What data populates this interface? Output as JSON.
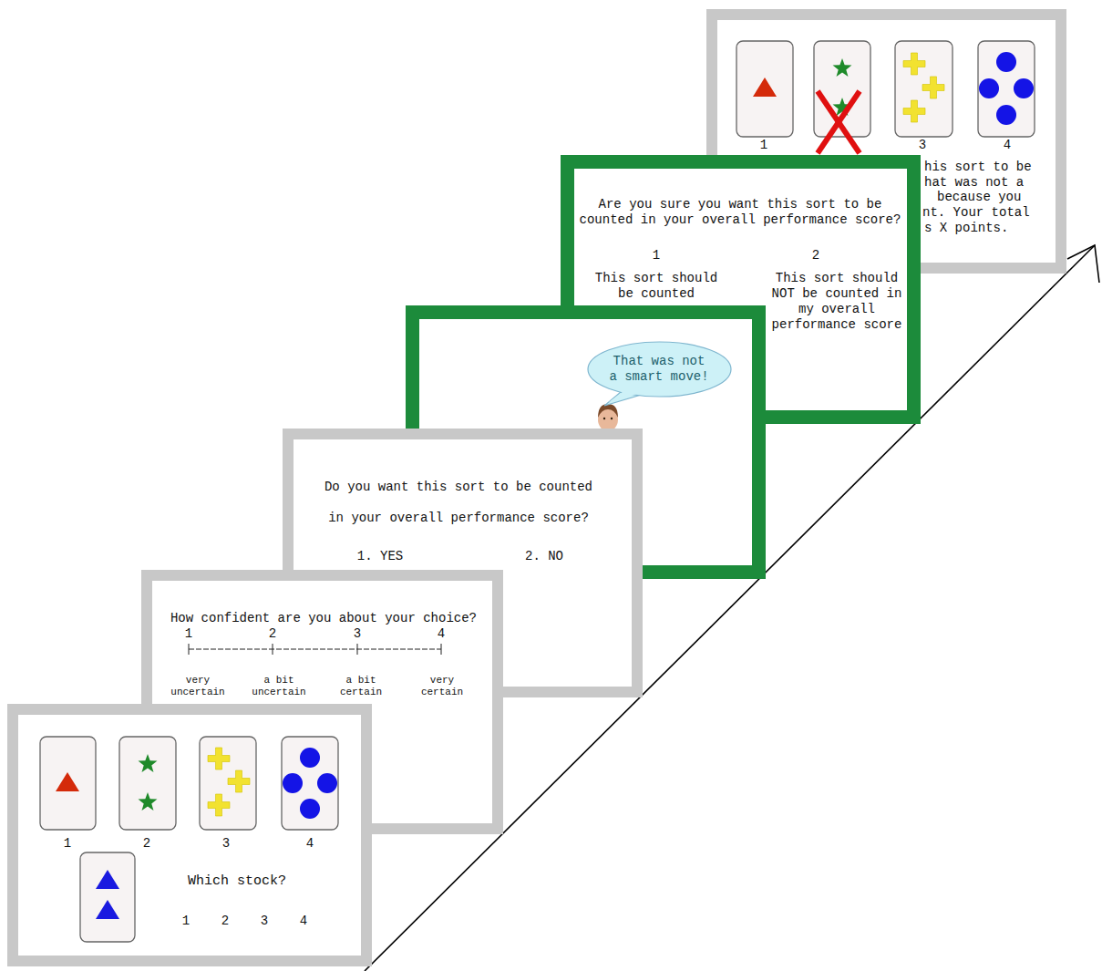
{
  "diagram": {
    "nodes": [
      {
        "text": [
          "1",
          "2",
          "3",
          "4",
          "Which stock?",
          "1",
          "2",
          "3",
          "4"
        ]
      },
      {
        "text": [
          "How confident are you about your choice?",
          "1",
          "2",
          "3",
          "4",
          "very uncertain",
          "a bit uncertain",
          "a bit certain",
          "very certain"
        ]
      },
      {
        "text": [
          "Do you want this sort to be counted in your overall performance score?",
          "1. YES",
          "2. NO"
        ]
      },
      {
        "text": []
      },
      {
        "text": [
          "That was not a smart move!"
        ],
        "in": 3
      },
      {
        "text": [
          "Are you sure you want this sort to be counted in your overall performance score?",
          "1",
          "2",
          "This sort should be counted",
          "This sort should NOT be counted in my overall performance score"
        ]
      },
      {
        "text": [
          "1",
          "3",
          "4",
          "his sort to be",
          "hat was not a",
          "because you",
          "nt. Your total",
          "s X points."
        ]
      }
    ]
  }
}
